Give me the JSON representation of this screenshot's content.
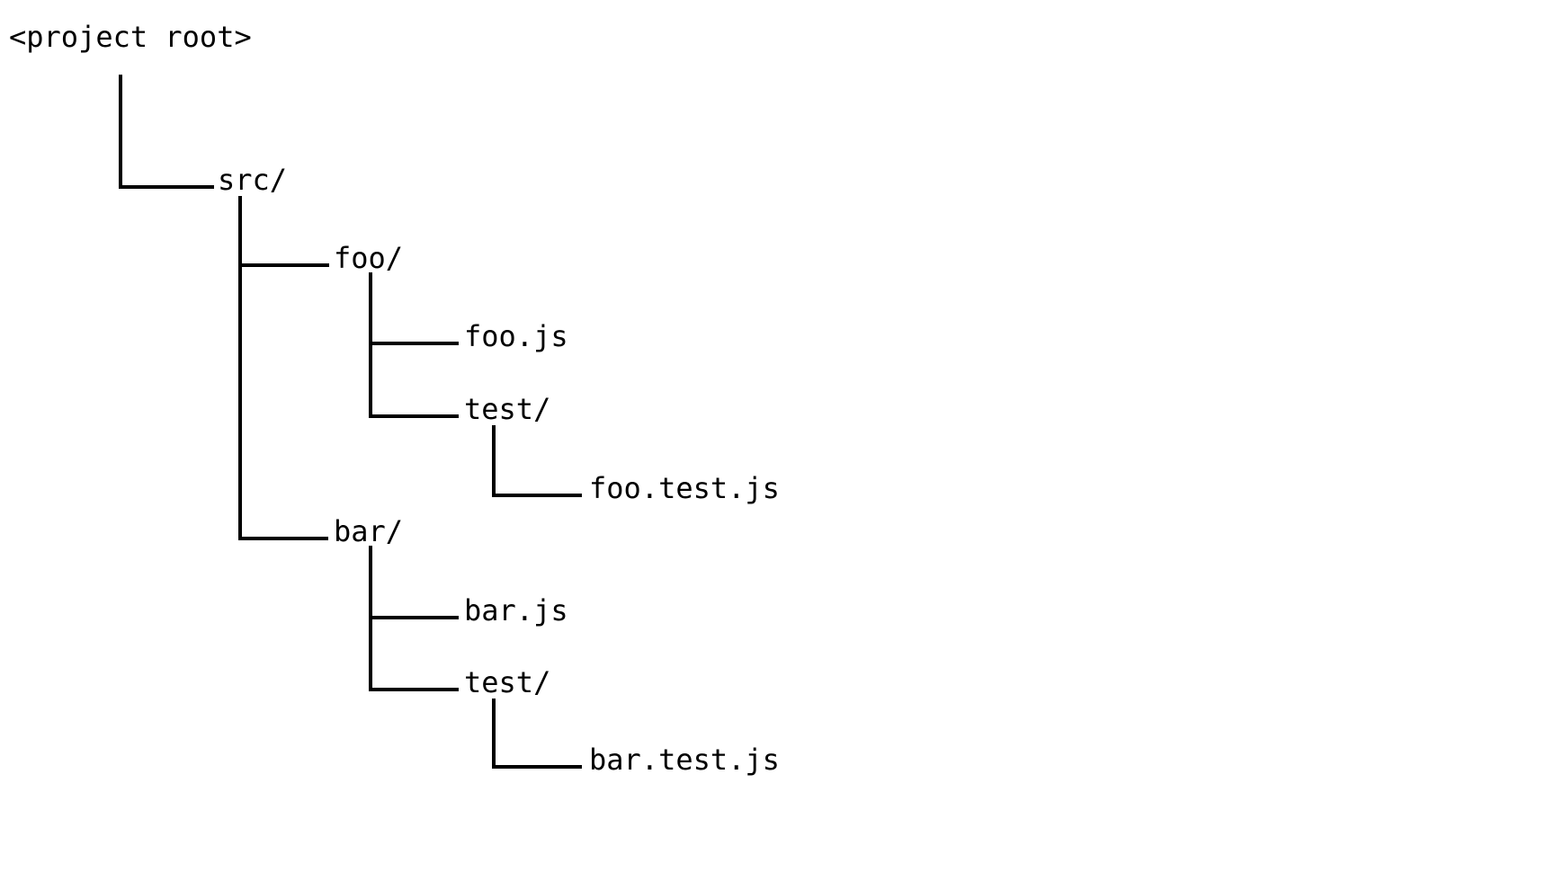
{
  "diagram": {
    "colors": {
      "background": "#ffffff",
      "line": "#000000",
      "text": "#000000"
    }
  },
  "tree": {
    "label": "<project root>",
    "children": [
      {
        "label": "src/",
        "children": [
          {
            "label": "foo/",
            "children": [
              {
                "label": "foo.js",
                "children": []
              },
              {
                "label": "test/",
                "children": [
                  {
                    "label": "foo.test.js",
                    "children": []
                  }
                ]
              }
            ]
          },
          {
            "label": "bar/",
            "children": [
              {
                "label": "bar.js",
                "children": []
              },
              {
                "label": "test/",
                "children": [
                  {
                    "label": "bar.test.js",
                    "children": []
                  }
                ]
              }
            ]
          }
        ]
      }
    ]
  }
}
